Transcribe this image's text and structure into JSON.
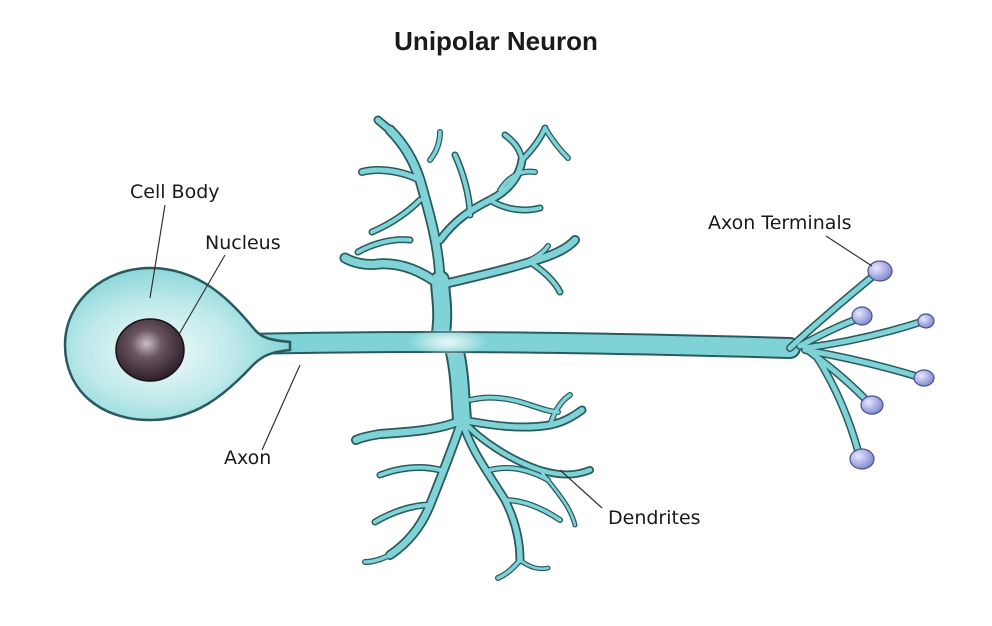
{
  "title": "Unipolar Neuron",
  "labels": {
    "cell_body": "Cell Body",
    "nucleus": "Nucleus",
    "axon": "Axon",
    "dendrites": "Dendrites",
    "axon_terminals": "Axon Terminals"
  },
  "colors": {
    "membrane_fill": "#7fd3d6",
    "membrane_outline": "#2a5a5e",
    "highlight": "#f2fbfb",
    "nucleus": "#3a2530",
    "terminal_bulb": "#8f95d8",
    "leader_line": "#333333"
  }
}
